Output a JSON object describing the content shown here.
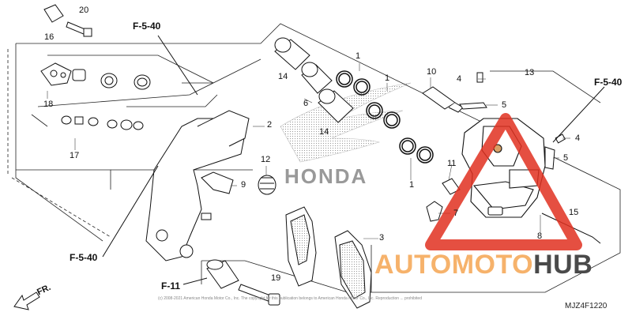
{
  "title": "",
  "diagram_code": "MJZ4F1220",
  "front_label": "FR.",
  "copyright": "(c) 2008-2021 American Honda Motor Co., Inc. The copyright for this publication belongs to American Honda Motor Co., Inc. Reproduction ... prohibited",
  "brand_text": "HONDA",
  "watermark": {
    "part1": "AUTO",
    "part2": "MOTO",
    "part3": "HUB",
    "color1": "#f6b26b",
    "color2": "#f6b26b",
    "color3": "#4a4a4a",
    "triangle_color": "#e03020"
  },
  "references": [
    {
      "id": "ref-tl",
      "text": "F-5-40"
    },
    {
      "id": "ref-tr",
      "text": "F-5-40"
    },
    {
      "id": "ref-bl",
      "text": "F-5-40"
    },
    {
      "id": "ref-b",
      "text": "F-11"
    }
  ],
  "part_labels": [
    "1",
    "1",
    "1",
    "2",
    "3",
    "4",
    "4",
    "5",
    "5",
    "6",
    "7",
    "8",
    "9",
    "10",
    "11",
    "12",
    "13",
    "14",
    "14",
    "15",
    "16",
    "17",
    "18",
    "19",
    "20"
  ]
}
